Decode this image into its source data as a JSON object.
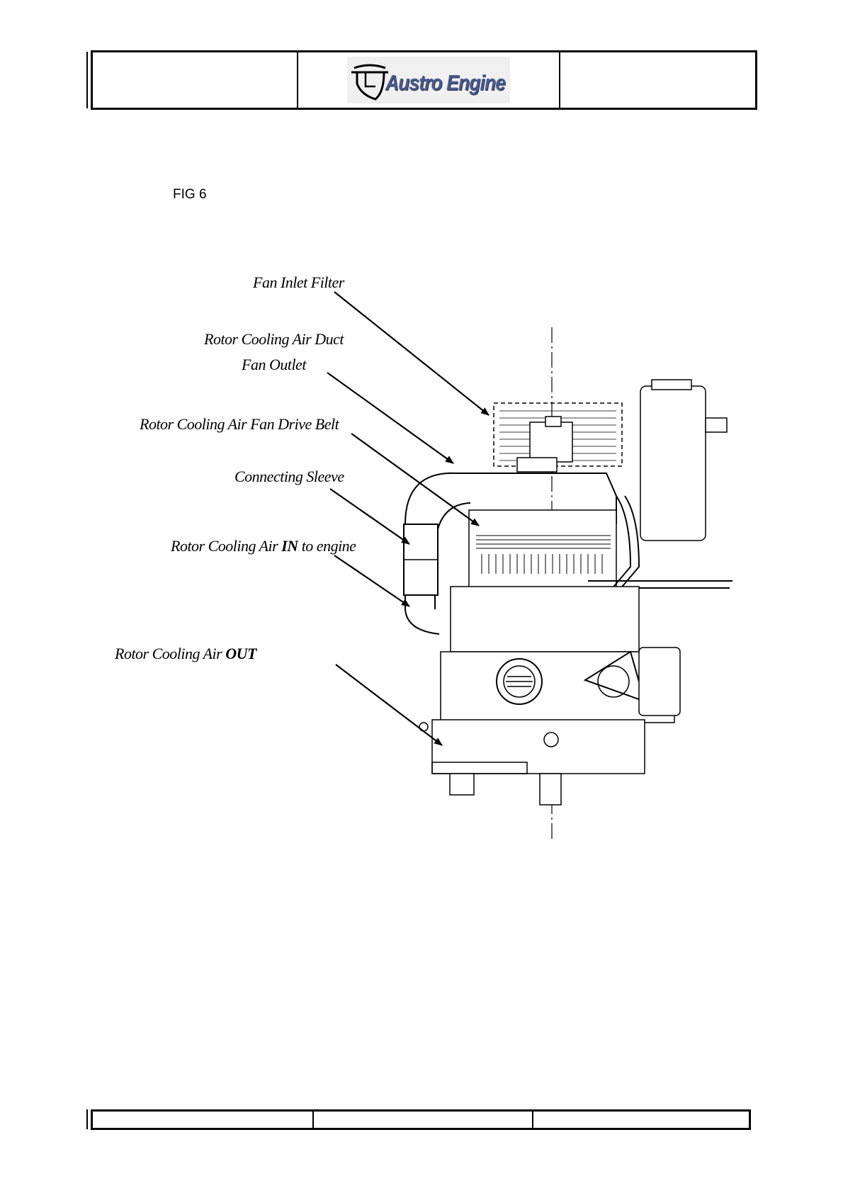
{
  "header": {
    "logo_text": "Austro Engine",
    "left_cell": "",
    "right_cell": ""
  },
  "figure": {
    "label": "FIG 6",
    "callouts": {
      "fan_inlet_filter": "Fan Inlet Filter",
      "rotor_cooling_air_duct": "Rotor Cooling Air Duct",
      "fan_outlet": "Fan Outlet",
      "fan_drive_belt": "Rotor Cooling Air Fan Drive Belt",
      "connecting_sleeve": "Connecting Sleeve",
      "air_in_prefix": "Rotor Cooling Air ",
      "air_in_bold": "IN",
      "air_in_suffix": " to engine",
      "air_out_prefix": "Rotor Cooling Air ",
      "air_out_bold": "OUT"
    }
  },
  "footer": {
    "cell_1": "",
    "cell_2": "",
    "cell_3": ""
  }
}
